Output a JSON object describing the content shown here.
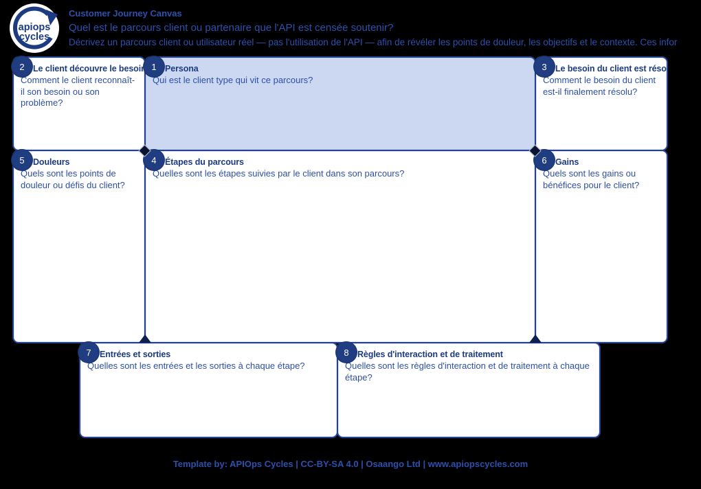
{
  "header": {
    "logo_line1": "apiops",
    "logo_line2": "cycles",
    "title": "Customer Journey Canvas",
    "subtitle": "Quel est le parcours client ou partenaire que l'API est censée soutenir?",
    "description": "Décrivez un parcours client ou utilisateur réel — pas l'utilisation de l'API — afin de révéler les points de douleur, les objectifs et le contexte. Ces infor"
  },
  "boxes": [
    {
      "number": "1",
      "title": "Persona",
      "question": "Qui est le client type qui vit ce parcours?"
    },
    {
      "number": "2",
      "title": "Le client découvre le besoin",
      "question": "Comment le client reconnaît-il son besoin ou son problème?"
    },
    {
      "number": "3",
      "title": "Le besoin du client est résolu",
      "question": "Comment le besoin du client est-il finalement résolu?"
    },
    {
      "number": "4",
      "title": "Étapes du parcours",
      "question": "Quelles sont les étapes suivies par le client dans son parcours?"
    },
    {
      "number": "5",
      "title": "Douleurs",
      "question": "Quels sont les points de douleur ou défis du client?"
    },
    {
      "number": "6",
      "title": "Gains",
      "question": "Quels sont les gains ou bénéfices pour le client?"
    },
    {
      "number": "7",
      "title": "Entrées et sorties",
      "question": "Quelles sont les entrées et les sorties à chaque étape?"
    },
    {
      "number": "8",
      "title": "Règles d'interaction et de traitement",
      "question": "Quelles sont les règles d'interaction et de traitement à chaque étape?"
    }
  ],
  "footer": {
    "credit": "Template by: APIOps Cycles | CC-BY-SA 4.0 | Osaango Ltd | www.apiopscycles.com"
  },
  "colors": {
    "background": "#000000",
    "box_border": "#24418f",
    "box_fill": "#ffffff",
    "persona_fill": "#ccd8f2",
    "badge_fill": "#1f3d80",
    "title_text": "#1c3a82",
    "body_text": "#2d4fa5",
    "header_text": "#2e50ad"
  }
}
